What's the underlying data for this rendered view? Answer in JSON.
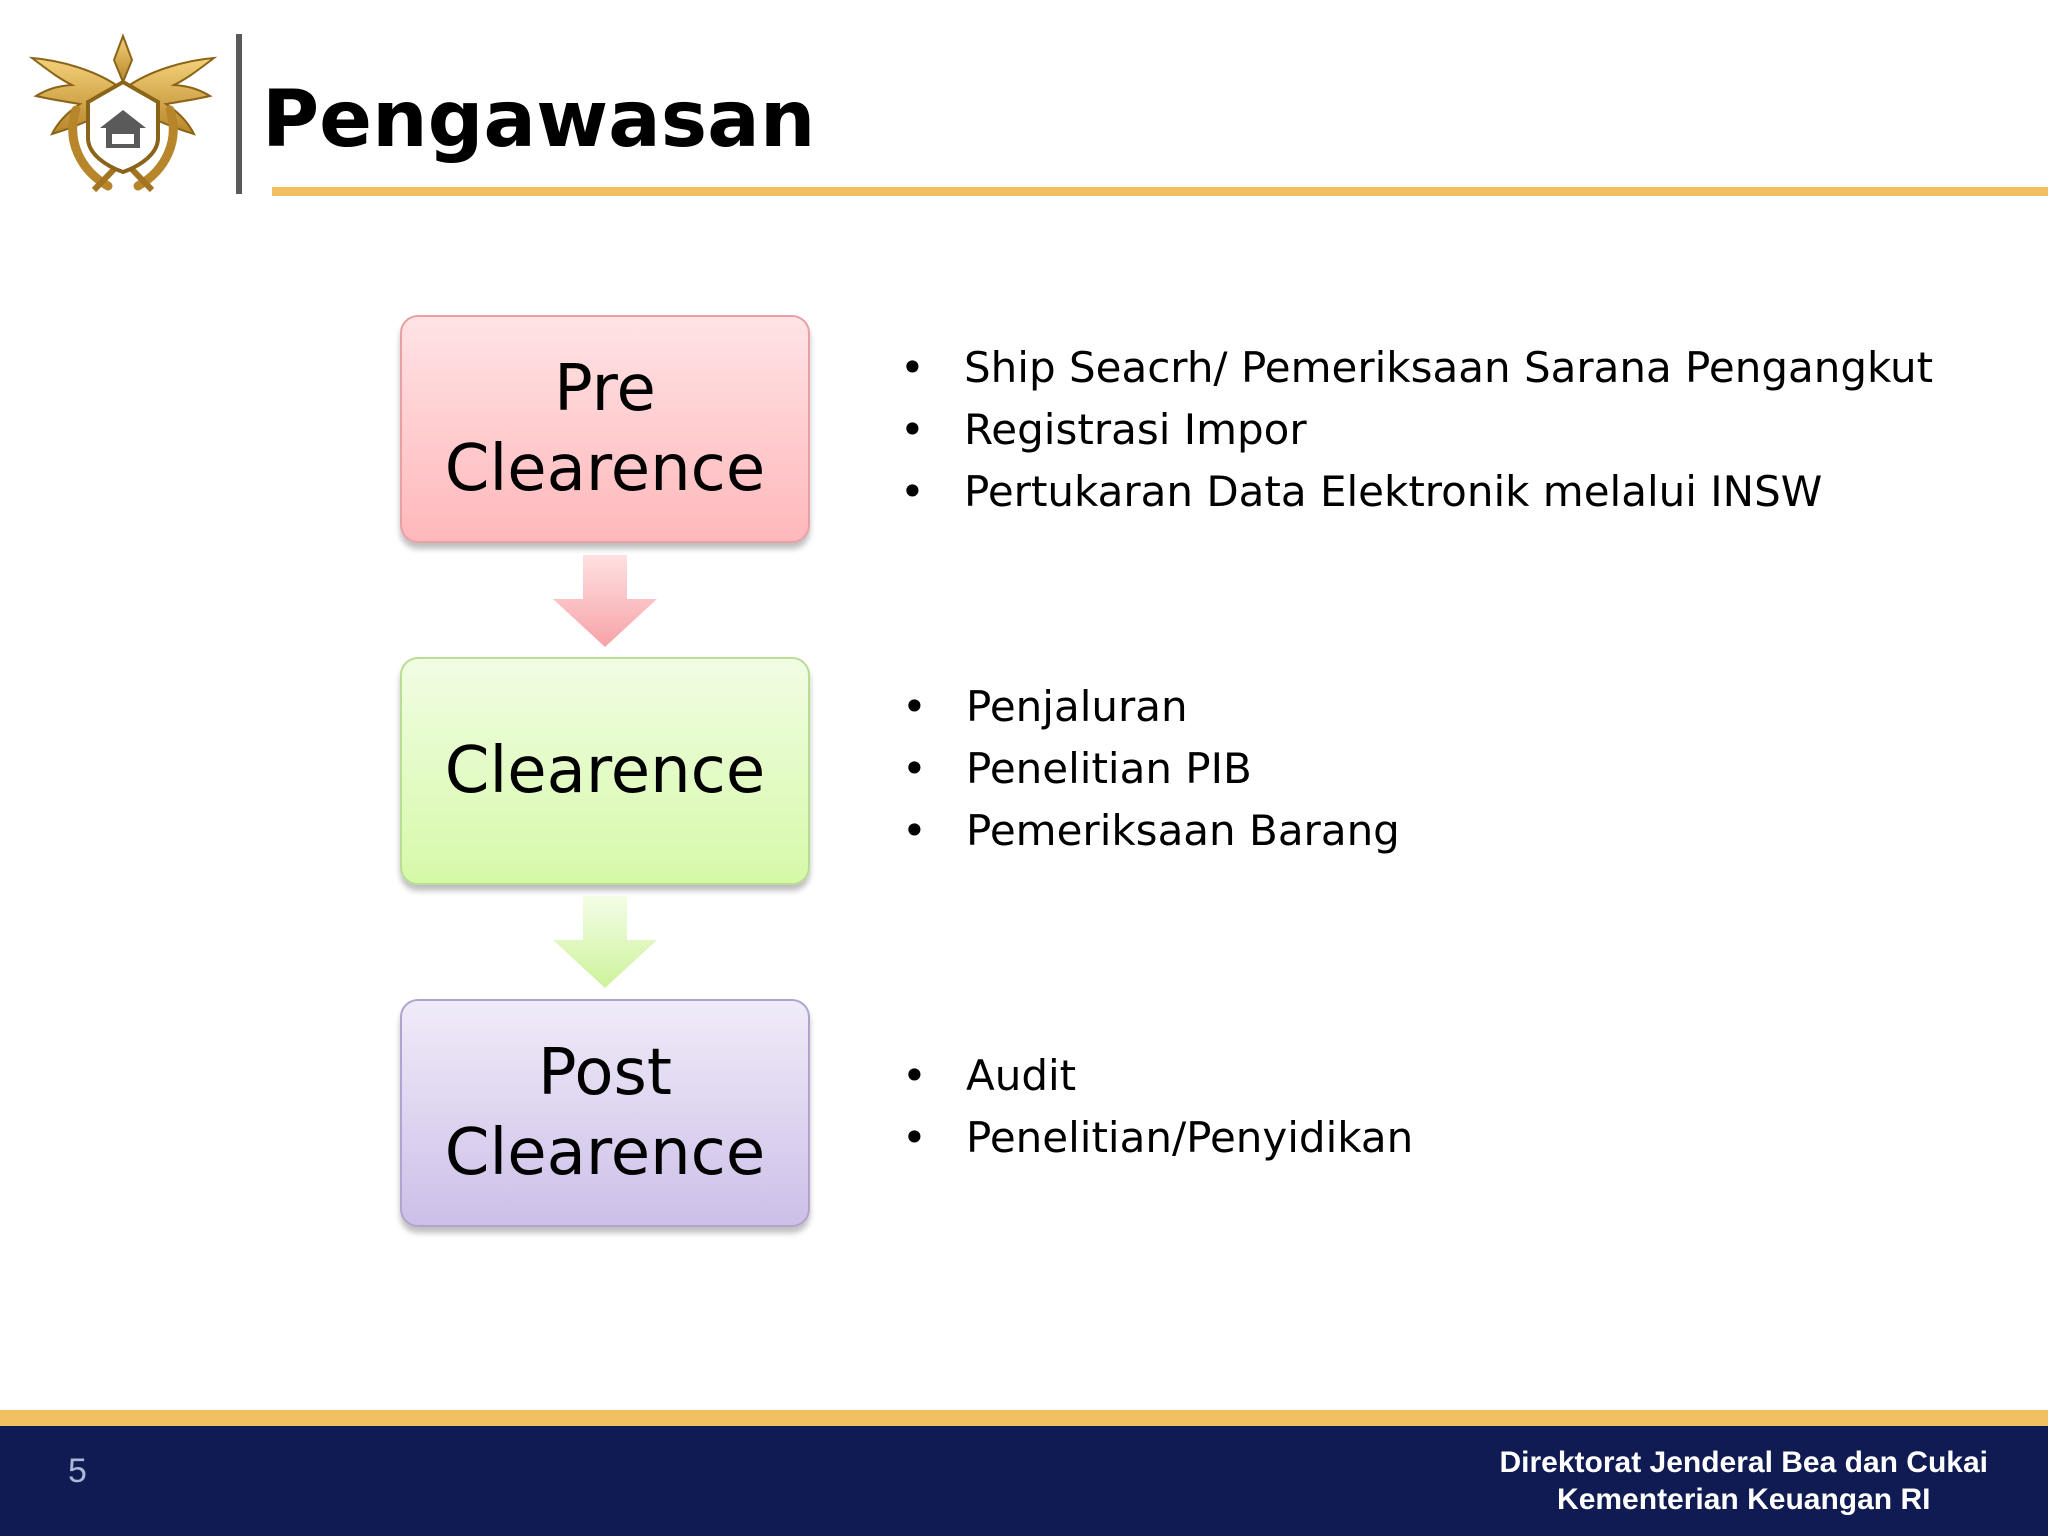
{
  "slide": {
    "title": "Pengawasan",
    "page_number": "5"
  },
  "stages": [
    {
      "label": "Pre Clearence",
      "color": "#ffb8bb",
      "bullets": [
        "Ship Seacrh/ Pemeriksaan Sarana Pengangkut",
        "Registrasi Impor",
        "Pertukaran Data Elektronik melalui INSW"
      ]
    },
    {
      "label": "Clearence",
      "color": "#d6f9a8",
      "bullets": [
        "Penjaluran",
        "Penelitian PIB",
        "Pemeriksaan Barang"
      ]
    },
    {
      "label": "Post Clearence",
      "color": "#cdbfe8",
      "bullets": [
        "Audit",
        "Penelitian/Penyidikan"
      ]
    }
  ],
  "footer": {
    "org_line_1": "Direktorat Jenderal  Bea dan Cukai",
    "org_line_2": "Kementerian Keuangan RI"
  },
  "colors": {
    "accent_gold": "#f0c060",
    "footer_navy": "#0f1b52"
  },
  "icons": {
    "logo": "customs-emblem-icon",
    "connector": "arrow-down-icon"
  }
}
